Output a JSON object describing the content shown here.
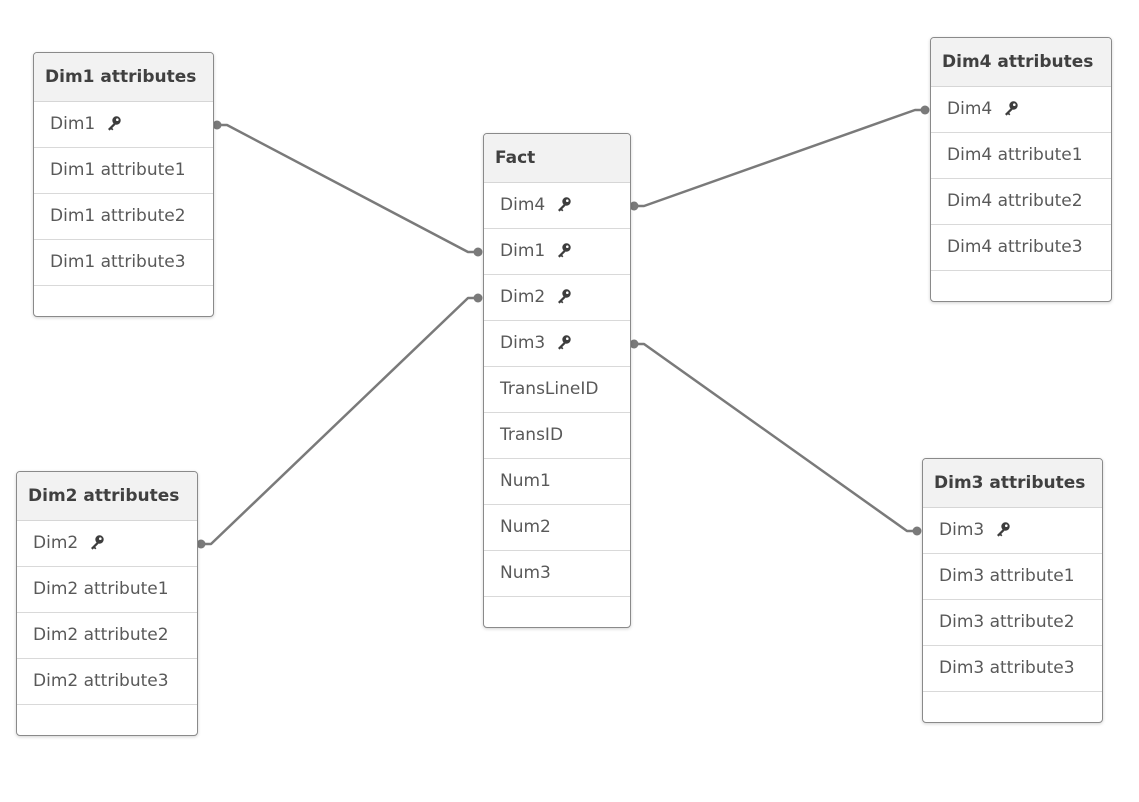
{
  "tables": {
    "dim1": {
      "title": "Dim1 attributes",
      "fields": [
        {
          "name": "Dim1",
          "key": true
        },
        {
          "name": "Dim1 attribute1",
          "key": false
        },
        {
          "name": "Dim1 attribute2",
          "key": false
        },
        {
          "name": "Dim1 attribute3",
          "key": false
        }
      ]
    },
    "dim2": {
      "title": "Dim2 attributes",
      "fields": [
        {
          "name": "Dim2",
          "key": true
        },
        {
          "name": "Dim2 attribute1",
          "key": false
        },
        {
          "name": "Dim2 attribute2",
          "key": false
        },
        {
          "name": "Dim2 attribute3",
          "key": false
        }
      ]
    },
    "fact": {
      "title": "Fact",
      "fields": [
        {
          "name": "Dim4",
          "key": true
        },
        {
          "name": "Dim1",
          "key": true
        },
        {
          "name": "Dim2",
          "key": true
        },
        {
          "name": "Dim3",
          "key": true
        },
        {
          "name": "TransLineID",
          "key": false
        },
        {
          "name": "TransID",
          "key": false
        },
        {
          "name": "Num1",
          "key": false
        },
        {
          "name": "Num2",
          "key": false
        },
        {
          "name": "Num3",
          "key": false
        }
      ]
    },
    "dim4": {
      "title": "Dim4 attributes",
      "fields": [
        {
          "name": "Dim4",
          "key": true
        },
        {
          "name": "Dim4 attribute1",
          "key": false
        },
        {
          "name": "Dim4 attribute2",
          "key": false
        },
        {
          "name": "Dim4 attribute3",
          "key": false
        }
      ]
    },
    "dim3": {
      "title": "Dim3 attributes",
      "fields": [
        {
          "name": "Dim3",
          "key": true
        },
        {
          "name": "Dim3 attribute1",
          "key": false
        },
        {
          "name": "Dim3 attribute2",
          "key": false
        },
        {
          "name": "Dim3 attribute3",
          "key": false
        }
      ]
    }
  },
  "associations": [
    {
      "from": "dim1",
      "from_field": "Dim1",
      "to": "fact",
      "to_field": "Dim1"
    },
    {
      "from": "dim2",
      "from_field": "Dim2",
      "to": "fact",
      "to_field": "Dim2"
    },
    {
      "from": "fact",
      "from_field": "Dim4",
      "to": "dim4",
      "to_field": "Dim4"
    },
    {
      "from": "fact",
      "from_field": "Dim3",
      "to": "dim3",
      "to_field": "Dim3"
    }
  ],
  "colors": {
    "link": "#7a7a7a",
    "header_bg": "#f2f2f2",
    "border": "#8a8a8a"
  },
  "icons": {
    "key": "key-icon"
  }
}
